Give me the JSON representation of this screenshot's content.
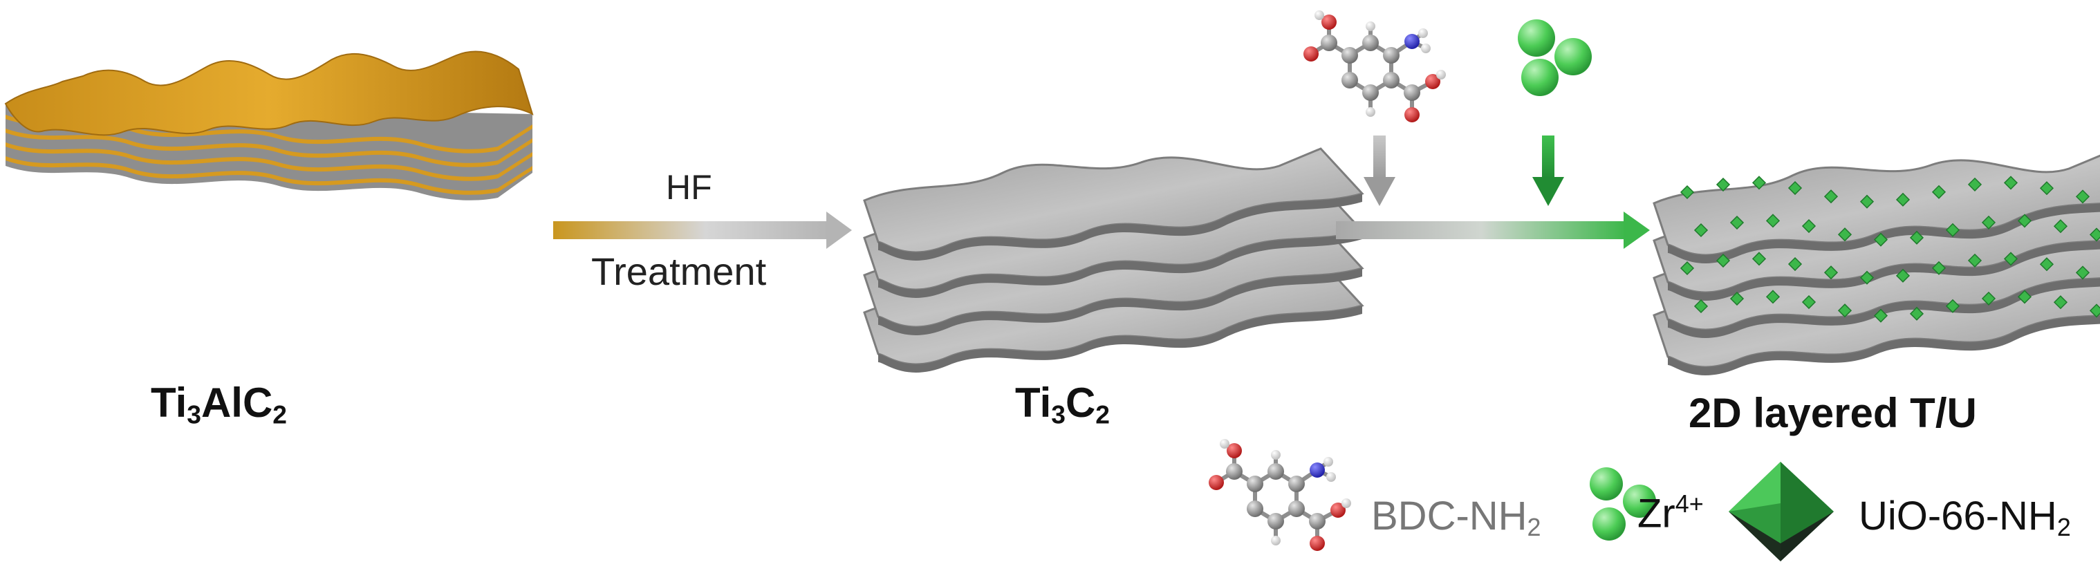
{
  "materials": {
    "precursor": {
      "text": "Ti",
      "sub1": "3",
      "mid": "AlC",
      "sub2": "2"
    },
    "intermediate": {
      "text": "Ti",
      "sub1": "3",
      "mid": "C",
      "sub2": "2"
    },
    "product": "2D layered T/U"
  },
  "steps": {
    "etching_line1": "HF",
    "etching_line2": "Treatment"
  },
  "legend": {
    "linker": {
      "text": "BDC-NH",
      "sub": "2"
    },
    "metal": {
      "text": "Zr",
      "sup": "4+"
    },
    "mof": {
      "text": "UiO-66-NH",
      "sub": "2"
    }
  },
  "colors": {
    "gold": "#e0a21f",
    "gray_sheet": "#a9a9a9",
    "green": "#3cb74a",
    "arrow_gray": "#b8b8b8"
  }
}
